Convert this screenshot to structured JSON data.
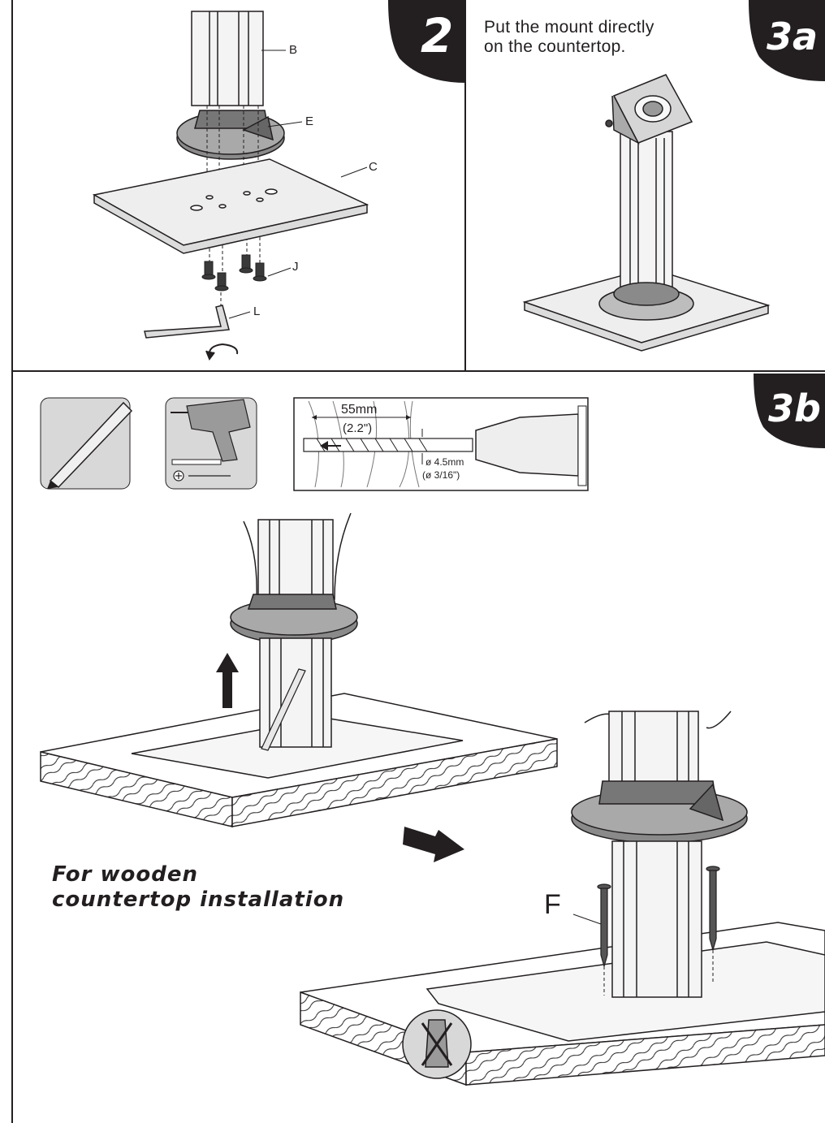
{
  "steps": {
    "step2": {
      "badge": "2"
    },
    "step3a": {
      "badge": "3a",
      "instruction_line1": "Put the mount directly",
      "instruction_line2": "on the countertop."
    },
    "step3b": {
      "badge": "3b",
      "caption_line1": "For wooden",
      "caption_line2": "countertop installation"
    }
  },
  "callouts": {
    "B": "B",
    "E": "E",
    "C": "C",
    "J": "J",
    "L": "L",
    "F": "F"
  },
  "drill_spec": {
    "depth_mm": "55mm",
    "depth_in": "(2.2\")",
    "diameter_mm": "ø 4.5mm",
    "diameter_in": "(ø 3/16\")"
  },
  "tools": [
    "pencil-icon",
    "drill-icon",
    "drill-bit-icon",
    "phillips-screwdriver-icon"
  ],
  "colors": {
    "line": "#231f20",
    "badge": "#231f20",
    "plate": "#eeeeee",
    "collar": "#8a8a8a"
  }
}
